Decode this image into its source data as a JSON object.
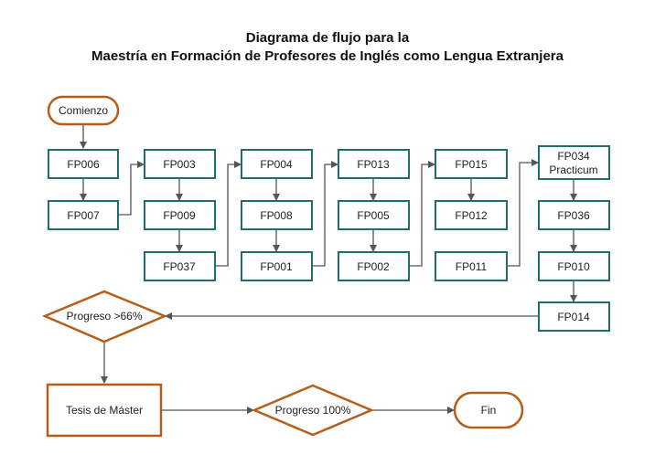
{
  "title": {
    "line1": "Diagrama de flujo para la",
    "line2": "Maestría en Formación de Profesores de Inglés como Lengua Extranjera"
  },
  "colors": {
    "course_border": "#1f6e6a",
    "terminal_border": "#b55d1b",
    "arrow": "#555555"
  },
  "nodes": {
    "start": "Comienzo",
    "fp006": "FP006",
    "fp007": "FP007",
    "fp003": "FP003",
    "fp009": "FP009",
    "fp037": "FP037",
    "fp004": "FP004",
    "fp008": "FP008",
    "fp001": "FP001",
    "fp013": "FP013",
    "fp005": "FP005",
    "fp002": "FP002",
    "fp015": "FP015",
    "fp012": "FP012",
    "fp011": "FP011",
    "fp034_line1": "FP034",
    "fp034_line2": "Practicum",
    "fp036": "FP036",
    "fp010": "FP010",
    "fp014": "FP014",
    "progress66": "Progreso >66%",
    "thesis": "Tesis de Máster",
    "progress100": "Progreso 100%",
    "end": "Fin"
  }
}
